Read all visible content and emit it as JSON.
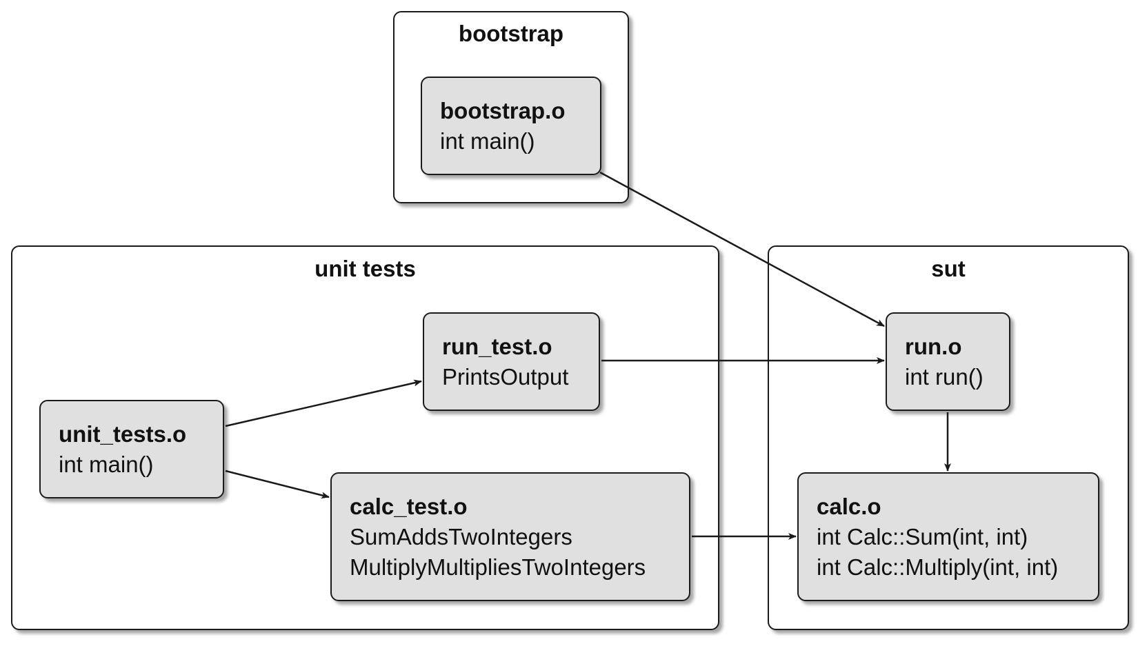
{
  "packages": {
    "bootstrap": {
      "title": "bootstrap"
    },
    "unit_tests": {
      "title": "unit tests"
    },
    "sut": {
      "title": "sut"
    }
  },
  "nodes": {
    "bootstrap_o": {
      "title": "bootstrap.o",
      "lines": [
        "int main()"
      ]
    },
    "unit_tests_o": {
      "title": "unit_tests.o",
      "lines": [
        "int main()"
      ]
    },
    "run_test_o": {
      "title": "run_test.o",
      "lines": [
        "PrintsOutput"
      ]
    },
    "calc_test_o": {
      "title": "calc_test.o",
      "lines": [
        "SumAddsTwoIntegers",
        "MultiplyMultipliesTwoIntegers"
      ]
    },
    "run_o": {
      "title": "run.o",
      "lines": [
        "int run()"
      ]
    },
    "calc_o": {
      "title": "calc.o",
      "lines": [
        "int Calc::Sum(int, int)",
        "int Calc::Multiply(int, int)"
      ]
    }
  },
  "edges": [
    {
      "from": "bootstrap.o",
      "to": "run.o"
    },
    {
      "from": "unit_tests.o",
      "to": "run_test.o"
    },
    {
      "from": "unit_tests.o",
      "to": "calc_test.o"
    },
    {
      "from": "run_test.o",
      "to": "run.o"
    },
    {
      "from": "calc_test.o",
      "to": "calc.o"
    },
    {
      "from": "run.o",
      "to": "calc.o"
    }
  ],
  "colors": {
    "node_fill": "#e0e0e0",
    "package_fill": "#ffffff",
    "stroke": "#1a1a1a"
  }
}
